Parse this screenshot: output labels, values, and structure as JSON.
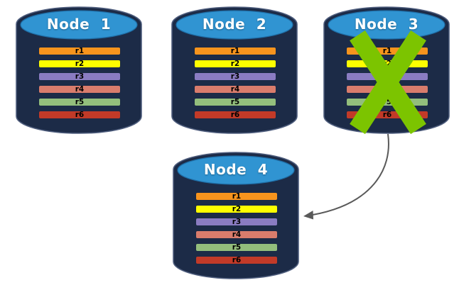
{
  "nodes": [
    {
      "title": "Node 1"
    },
    {
      "title": "Node 2"
    },
    {
      "title": "Node 3"
    },
    {
      "title": "Node 4"
    }
  ],
  "replicas": [
    {
      "label": "r1",
      "color": "#F7941D"
    },
    {
      "label": "r2",
      "color": "#FEFE00"
    },
    {
      "label": "r3",
      "color": "#8A7CC2"
    },
    {
      "label": "r4",
      "color": "#D97C6C"
    },
    {
      "label": "r5",
      "color": "#93BE7C"
    },
    {
      "label": "r6",
      "color": "#C23A28"
    }
  ],
  "annotations": {
    "failure_x": {
      "color": "#7CC400",
      "on_node": "Node 3"
    },
    "arrow": {
      "color": "#595959",
      "from": "Node 3",
      "to": "Node 4"
    }
  },
  "colors": {
    "background": "#FFFFFF",
    "cylinder_body": "#1C2B47",
    "cylinder_edge": "#4E5D7D",
    "cylinder_top": "#3094D2",
    "cylinder_top_edge": "#1F6FA8",
    "title_text": "#FFFFFF",
    "replica_text": "#000000"
  }
}
